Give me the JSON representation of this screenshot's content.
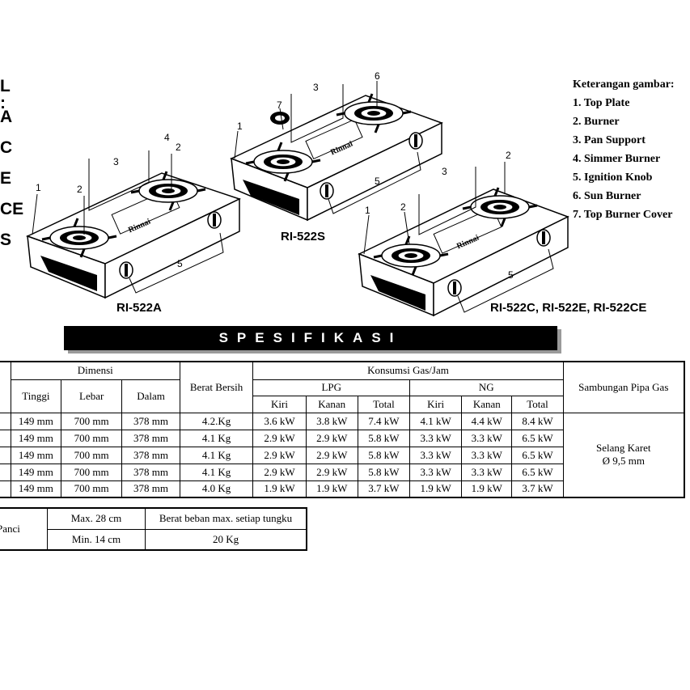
{
  "left_fragments": [
    "L :",
    "A",
    "C",
    "E",
    "CE",
    "S"
  ],
  "legend": {
    "title": "Keterangan gambar:",
    "items": [
      "1. Top Plate",
      "2. Burner",
      "3. Pan Support",
      "4. Simmer Burner",
      "5. Ignition Knob",
      "6. Sun Burner",
      "7. Top Burner Cover"
    ]
  },
  "models": {
    "a": "RI-522A",
    "s": "RI-522S",
    "c": "RI-522C, RI-522E, RI-522CE"
  },
  "brand": "Rinnai",
  "banner": "SPESIFIKASI",
  "table": {
    "dimensi": "Dimensi",
    "tinggi": "Tinggi",
    "lebar": "Lebar",
    "dalam": "Dalam",
    "berat": "Berat Bersih",
    "konsumsi": "Konsumsi Gas/Jam",
    "lpg": "LPG",
    "ng": "NG",
    "kiri": "Kiri",
    "kanan": "Kanan",
    "total": "Total",
    "sambungan": "Sambungan Pipa Gas",
    "selang": "Selang Karet",
    "diameter": "Ø 9,5 mm",
    "rows": [
      [
        "149 mm",
        "700 mm",
        "378 mm",
        "4.2.Kg",
        "3.6 kW",
        "3.8 kW",
        "7.4 kW",
        "4.1 kW",
        "4.4 kW",
        "8.4 kW"
      ],
      [
        "149 mm",
        "700 mm",
        "378 mm",
        "4.1 Kg",
        "2.9 kW",
        "2.9 kW",
        "5.8 kW",
        "3.3 kW",
        "3.3 kW",
        "6.5 kW"
      ],
      [
        "149 mm",
        "700 mm",
        "378 mm",
        "4.1 Kg",
        "2.9 kW",
        "2.9 kW",
        "5.8 kW",
        "3.3 kW",
        "3.3 kW",
        "6.5 kW"
      ],
      [
        "149 mm",
        "700 mm",
        "378 mm",
        "4.1 Kg",
        "2.9 kW",
        "2.9 kW",
        "5.8 kW",
        "3.3 kW",
        "3.3 kW",
        "6.5 kW"
      ],
      [
        "149 mm",
        "700 mm",
        "378 mm",
        "4.0 Kg",
        "1.9 kW",
        "1.9 kW",
        "3.7 kW",
        "1.9 kW",
        "1.9 kW",
        "3.7 kW"
      ]
    ]
  },
  "panci": {
    "label": "Panci",
    "max": "Max. 28 cm",
    "min": "Min. 14 cm",
    "beban_label": "Berat beban max. setiap tungku",
    "beban_value": "20 Kg"
  }
}
